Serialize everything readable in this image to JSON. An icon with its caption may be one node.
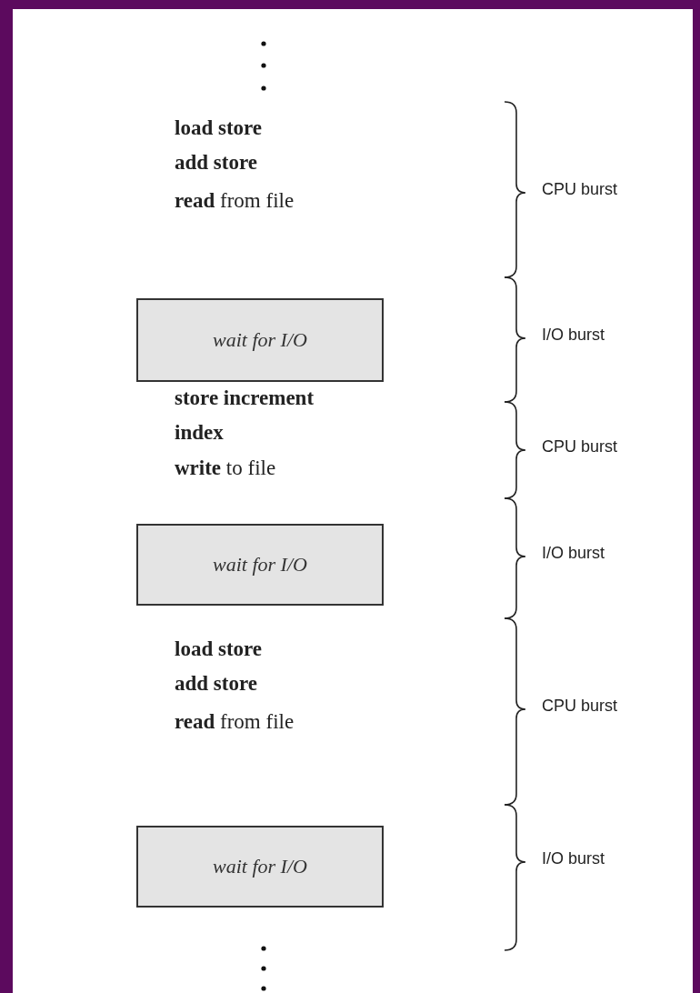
{
  "diagram": {
    "nodes": [
      {
        "text": [
          "wait for I/O"
        ]
      },
      {
        "text": [
          "wait for I/O"
        ]
      },
      {
        "text": [
          "wait for I/O"
        ]
      }
    ],
    "labels": [
      "load store",
      "add store",
      "**read** from file",
      "CPU burst",
      "I/O burst",
      "store increment",
      "index",
      "**write** to file",
      "CPU burst",
      "I/O burst",
      "load store",
      "add store",
      "**read** from file",
      "CPU burst",
      "I/O burst"
    ]
  }
}
